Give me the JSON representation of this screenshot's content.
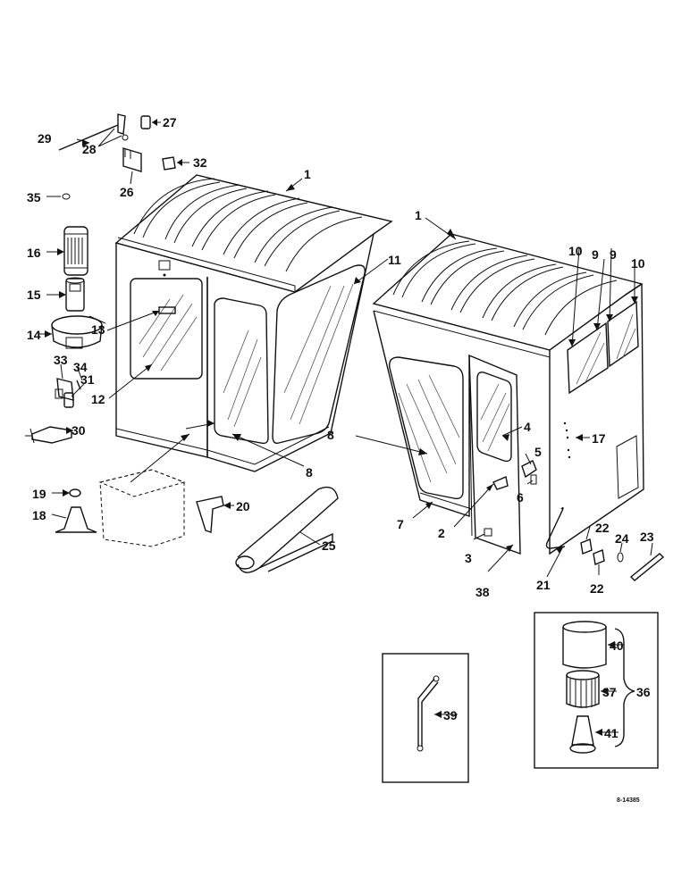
{
  "diagram": {
    "drawing_code": "8-14385",
    "callouts": [
      {
        "id": "c1a",
        "text": "1"
      },
      {
        "id": "c1b",
        "text": "1"
      },
      {
        "id": "c2",
        "text": "2"
      },
      {
        "id": "c3",
        "text": "3"
      },
      {
        "id": "c4",
        "text": "4"
      },
      {
        "id": "c5",
        "text": "5"
      },
      {
        "id": "c6",
        "text": "6"
      },
      {
        "id": "c7",
        "text": "7"
      },
      {
        "id": "c8a",
        "text": "8"
      },
      {
        "id": "c8b",
        "text": "8"
      },
      {
        "id": "c9a",
        "text": "9"
      },
      {
        "id": "c9b",
        "text": "9"
      },
      {
        "id": "c10a",
        "text": "10"
      },
      {
        "id": "c10b",
        "text": "10"
      },
      {
        "id": "c11",
        "text": "11"
      },
      {
        "id": "c12",
        "text": "12"
      },
      {
        "id": "c13",
        "text": "13"
      },
      {
        "id": "c14",
        "text": "14"
      },
      {
        "id": "c15",
        "text": "15"
      },
      {
        "id": "c16",
        "text": "16"
      },
      {
        "id": "c17",
        "text": "17"
      },
      {
        "id": "c18",
        "text": "18"
      },
      {
        "id": "c19",
        "text": "19"
      },
      {
        "id": "c20",
        "text": "20"
      },
      {
        "id": "c21",
        "text": "21"
      },
      {
        "id": "c22a",
        "text": "22"
      },
      {
        "id": "c22b",
        "text": "22"
      },
      {
        "id": "c23",
        "text": "23"
      },
      {
        "id": "c24",
        "text": "24"
      },
      {
        "id": "c25",
        "text": "25"
      },
      {
        "id": "c26",
        "text": "26"
      },
      {
        "id": "c27",
        "text": "27"
      },
      {
        "id": "c28",
        "text": "28"
      },
      {
        "id": "c29",
        "text": "29"
      },
      {
        "id": "c30",
        "text": "30"
      },
      {
        "id": "c31",
        "text": "31"
      },
      {
        "id": "c32",
        "text": "32"
      },
      {
        "id": "c33",
        "text": "33"
      },
      {
        "id": "c34",
        "text": "34"
      },
      {
        "id": "c35",
        "text": "35"
      },
      {
        "id": "c36",
        "text": "36"
      },
      {
        "id": "c37",
        "text": "37"
      },
      {
        "id": "c38",
        "text": "38"
      },
      {
        "id": "c39",
        "text": "39"
      },
      {
        "id": "c40",
        "text": "40"
      },
      {
        "id": "c41",
        "text": "41"
      }
    ]
  }
}
